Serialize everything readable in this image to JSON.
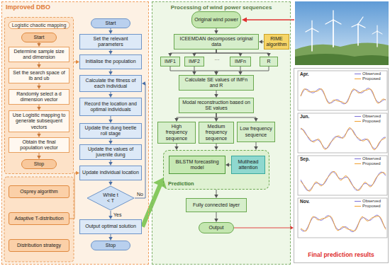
{
  "diagram": {
    "nodes": [
      {
        "text": [
          "Improved DBO"
        ]
      },
      {
        "text": [
          "Logistic chaotic mapping"
        ],
        "in": 0
      },
      {
        "text": [
          "Start"
        ],
        "in": 1
      },
      {
        "text": [
          "Determine sample size and dimension"
        ],
        "in": 1
      },
      {
        "text": [
          "Set the search space of lb and ub"
        ],
        "in": 1
      },
      {
        "text": [
          "Randomly select a d dimension vector"
        ],
        "in": 1
      },
      {
        "text": [
          "Use Logistic mapping to generate subsequent vectors"
        ],
        "in": 1
      },
      {
        "text": [
          "Obtain the final population vector"
        ],
        "in": 1
      },
      {
        "text": [
          "Stop"
        ],
        "in": 1
      },
      {
        "text": [
          "Osprey algorithm"
        ],
        "in": 0
      },
      {
        "text": [
          "Adaptive T-distribution"
        ],
        "in": 0
      },
      {
        "text": [
          "Distribution strategy"
        ],
        "in": 0
      },
      {
        "text": [
          "Start"
        ],
        "in": 0
      },
      {
        "text": [
          "Set the relevant parameters"
        ],
        "in": 0
      },
      {
        "text": [
          "Initialise the population"
        ],
        "in": 0
      },
      {
        "text": [
          "Calculate the fitness of each individual"
        ],
        "in": 0
      },
      {
        "text": [
          "Record the location and optimal individuals"
        ],
        "in": 0
      },
      {
        "text": [
          "Update the dung beetle roll stage"
        ],
        "in": 0
      },
      {
        "text": [
          "Update the values of juvenile dung"
        ],
        "in": 0
      },
      {
        "text": [
          "Update individual location"
        ],
        "in": 0
      },
      {
        "text": [
          "While t < T"
        ],
        "in": 0
      },
      {
        "text": [
          "Output optimal solution"
        ],
        "in": 0
      },
      {
        "text": [
          "Stop"
        ],
        "in": 0
      },
      {
        "text": [
          "Processing of wind power sequences"
        ]
      },
      {
        "text": [
          "Original wind power"
        ],
        "in": 23
      },
      {
        "text": [
          "ICEEMDAN decomposes original data"
        ],
        "in": 23
      },
      {
        "text": [
          "RIME algorithm"
        ],
        "in": 23
      },
      {
        "text": [
          "IMF1"
        ],
        "in": 23
      },
      {
        "text": [
          "IMF2"
        ],
        "in": 23
      },
      {
        "text": [
          "IMFn"
        ],
        "in": 23
      },
      {
        "text": [
          "R"
        ],
        "in": 23
      },
      {
        "text": [
          "Calculate SE values of IMFn and R"
        ],
        "in": 23
      },
      {
        "text": [
          "Modal reconstruction based on SE values"
        ],
        "in": 23
      },
      {
        "text": [
          "High frequency sequence"
        ],
        "in": 23
      },
      {
        "text": [
          "Medium frequency sequence"
        ],
        "in": 23
      },
      {
        "text": [
          "Low frequency sequence"
        ],
        "in": 23
      },
      {
        "text": [
          "Prediction"
        ],
        "in": 23
      },
      {
        "text": [
          "BiLSTM forecasting model"
        ],
        "in": 36
      },
      {
        "text": [
          "Mutihead attention"
        ],
        "in": 36
      },
      {
        "text": [
          "Fully connected layer"
        ],
        "in": 23
      },
      {
        "text": [
          "Output"
        ],
        "in": 23
      },
      {
        "text": [
          "Final prediction results"
        ]
      }
    ],
    "edges": [
      {
        "from": 2,
        "to": 3,
        "arrow": "to"
      },
      {
        "from": 3,
        "to": 4,
        "arrow": "to"
      },
      {
        "from": 4,
        "to": 5,
        "arrow": "to"
      },
      {
        "from": 5,
        "to": 6,
        "arrow": "to"
      },
      {
        "from": 6,
        "to": 7,
        "arrow": "to"
      },
      {
        "from": 7,
        "to": 8,
        "arrow": "to"
      },
      {
        "from": 12,
        "to": 13,
        "arrow": "to"
      },
      {
        "from": 13,
        "to": 14,
        "arrow": "to"
      },
      {
        "from": 14,
        "to": 15,
        "arrow": "to"
      },
      {
        "from": 15,
        "to": 16,
        "arrow": "to"
      },
      {
        "from": 16,
        "to": 17,
        "arrow": "to"
      },
      {
        "from": 17,
        "to": 18,
        "arrow": "to"
      },
      {
        "from": 18,
        "to": 19,
        "arrow": "to"
      },
      {
        "from": 19,
        "to": 20,
        "arrow": "to"
      },
      {
        "from": 20,
        "to": 21,
        "label": "Yes",
        "arrow": "to"
      },
      {
        "from": 21,
        "to": 22,
        "arrow": "to"
      },
      {
        "from": 20,
        "to": 15,
        "label": "No",
        "arrow": "to"
      },
      {
        "from": 1,
        "to": 14,
        "arrow": "to"
      },
      {
        "from": 10,
        "to": 19,
        "arrow": "to"
      },
      {
        "from": 21,
        "to": 36,
        "arrow": "to"
      },
      {
        "from": 24,
        "to": 25,
        "arrow": "to"
      },
      {
        "from": 26,
        "to": 25,
        "arrow": "to"
      },
      {
        "from": 25,
        "to": 27,
        "arrow": "to"
      },
      {
        "from": 25,
        "to": 28,
        "arrow": "to"
      },
      {
        "from": 25,
        "to": 29,
        "arrow": "to"
      },
      {
        "from": 25,
        "to": 30,
        "arrow": "to"
      },
      {
        "from": 27,
        "to": 31,
        "arrow": "to"
      },
      {
        "from": 28,
        "to": 31,
        "arrow": "to"
      },
      {
        "from": 29,
        "to": 31,
        "arrow": "to"
      },
      {
        "from": 30,
        "to": 31,
        "arrow": "to"
      },
      {
        "from": 31,
        "to": 32,
        "arrow": "to"
      },
      {
        "from": 32,
        "to": 33,
        "arrow": "to"
      },
      {
        "from": 32,
        "to": 34,
        "arrow": "to"
      },
      {
        "from": 32,
        "to": 35,
        "arrow": "to"
      },
      {
        "from": 33,
        "to": 36,
        "arrow": "to"
      },
      {
        "from": 34,
        "to": 36,
        "arrow": "to"
      },
      {
        "from": 35,
        "to": 36,
        "arrow": "to"
      },
      {
        "from": 38,
        "to": 37,
        "arrow": "to"
      },
      {
        "from": 36,
        "to": 39,
        "arrow": "to"
      },
      {
        "from": 39,
        "to": 40,
        "arrow": "to"
      },
      {
        "from": 40,
        "to": 41,
        "arrow": "to"
      }
    ],
    "labels": [
      "···",
      "Apr.",
      "Jun.",
      "Sep.",
      "Nov."
    ],
    "legend": [
      {
        "text": "Observed"
      },
      {
        "text": "Proposed"
      },
      {
        "text": "Observed"
      },
      {
        "text": "Proposed"
      },
      {
        "text": "Observed"
      },
      {
        "text": "Proposed"
      },
      {
        "text": "Observed"
      },
      {
        "text": "Proposed"
      }
    ]
  }
}
